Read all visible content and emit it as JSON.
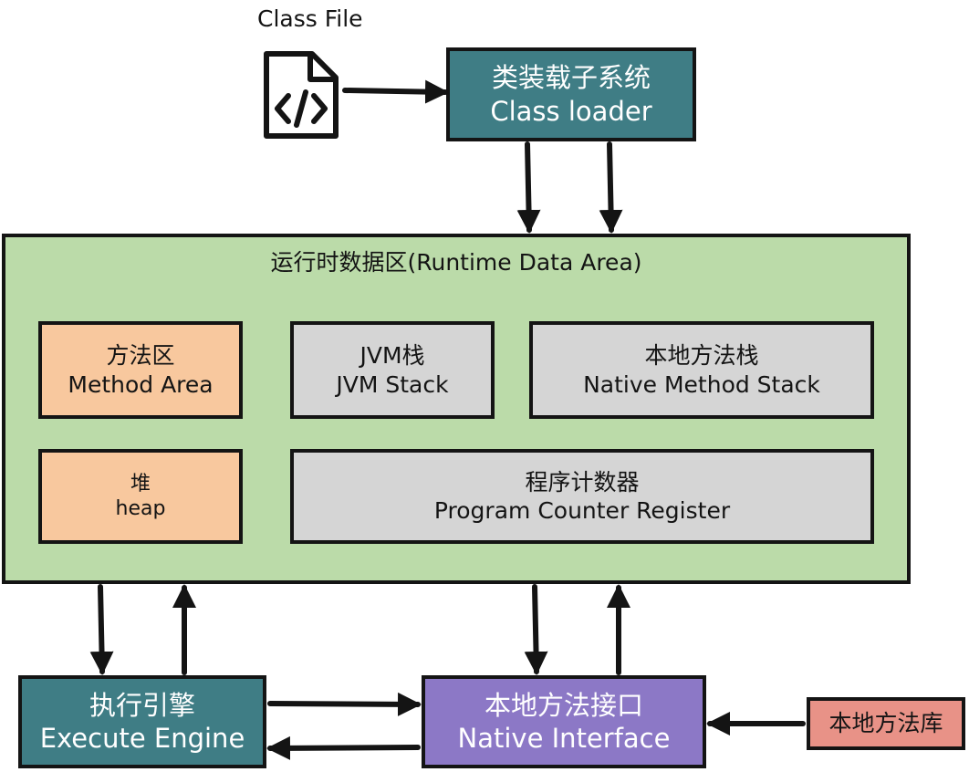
{
  "class_file": {
    "label": "Class File"
  },
  "class_loader": {
    "line1": "类装载子系统",
    "line2": "Class loader"
  },
  "runtime": {
    "title": "运行时数据区(Runtime Data Area)",
    "method_area": {
      "line1": "方法区",
      "line2": "Method Area"
    },
    "jvm_stack": {
      "line1": "JVM栈",
      "line2": "JVM Stack"
    },
    "native_stack": {
      "line1": "本地方法栈",
      "line2": "Native Method Stack"
    },
    "heap": {
      "line1": "堆",
      "line2": "heap"
    },
    "pc_register": {
      "line1": "程序计数器",
      "line2": "Program Counter Register"
    }
  },
  "execute_engine": {
    "line1": "执行引擎",
    "line2": "Execute Engine"
  },
  "native_interface": {
    "line1": "本地方法接口",
    "line2": "Native Interface"
  },
  "native_library": {
    "label": "本地方法库"
  },
  "colors": {
    "teal": "#3f7d85",
    "purple": "#8c78c6",
    "orange": "#f8c89e",
    "gray": "#d5d5d5",
    "green": "#bbdba9",
    "pink": "#e89287"
  }
}
